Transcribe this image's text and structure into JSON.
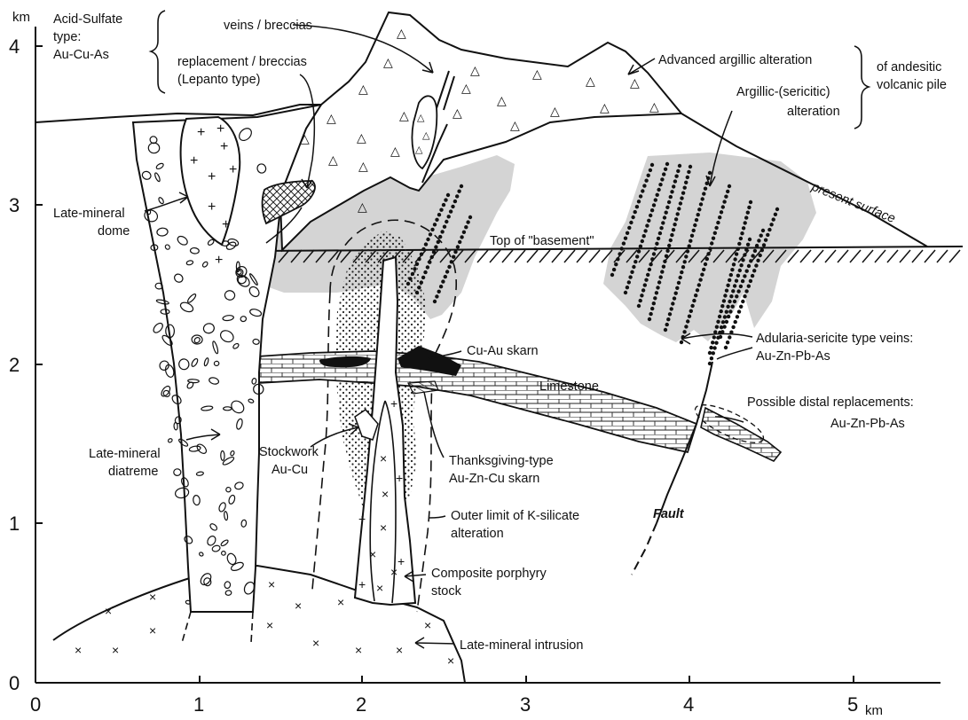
{
  "axes": {
    "y_unit": "km",
    "y_ticks": [
      "4",
      "3",
      "2",
      "1",
      "0"
    ],
    "x_ticks": [
      "0",
      "1",
      "2",
      "3",
      "4",
      "5"
    ],
    "x_unit": "km"
  },
  "labels": {
    "acid_sulfate": [
      "Acid-Sulfate",
      "type:",
      "Au-Cu-As"
    ],
    "veins_breccias": "veins / breccias",
    "replacement": [
      "replacement / breccias",
      "(Lepanto type)"
    ],
    "adv_argillic": "Advanced argillic alteration",
    "andesitic": [
      "of andesitic",
      "volcanic pile"
    ],
    "argillic": [
      "Argillic-(sericitic)",
      "alteration"
    ],
    "present_surface": "present surface",
    "late_dome": [
      "Late-mineral",
      "dome"
    ],
    "top_basement": "Top of \"basement\"",
    "cu_au_skarn": "Cu-Au skarn",
    "adularia": [
      "Adularia-sericite type veins:",
      "Au-Zn-Pb-As"
    ],
    "limestone": "Limestone",
    "distal": [
      "Possible distal replacements:",
      "Au-Zn-Pb-As"
    ],
    "late_diatreme": [
      "Late-mineral",
      "diatreme"
    ],
    "stockwork": [
      "Stockwork",
      "Au-Cu"
    ],
    "thanksgiving": [
      "Thanksgiving-type",
      "Au-Zn-Cu skarn"
    ],
    "fault": "Fault",
    "outer_limit": [
      "Outer limit of K-silicate",
      "alteration"
    ],
    "porphyry": [
      "Composite porphyry",
      "stock"
    ],
    "late_intrusion": "Late-mineral intrusion"
  }
}
